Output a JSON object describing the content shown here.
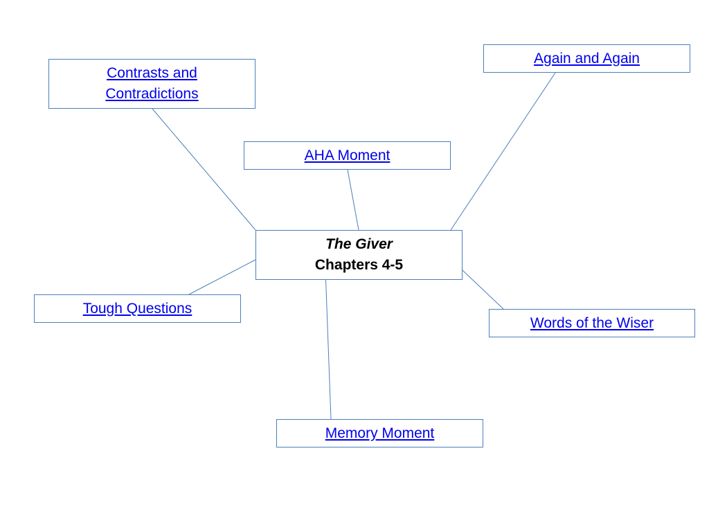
{
  "diagram": {
    "center": {
      "title": "The Giver",
      "subtitle": "Chapters 4-5"
    },
    "nodes": {
      "contrasts": {
        "line1": "Contrasts and",
        "line2": "Contradictions"
      },
      "again": {
        "label": "Again and Again"
      },
      "aha": {
        "label": "AHA Moment"
      },
      "tough": {
        "label": "Tough Questions"
      },
      "wiser": {
        "label": "Words of the Wiser"
      },
      "memory": {
        "label": "Memory Moment"
      }
    }
  },
  "colors": {
    "connector": "#4a7ebb",
    "link": "#0000ee",
    "box_border": "#4a7ebb"
  }
}
